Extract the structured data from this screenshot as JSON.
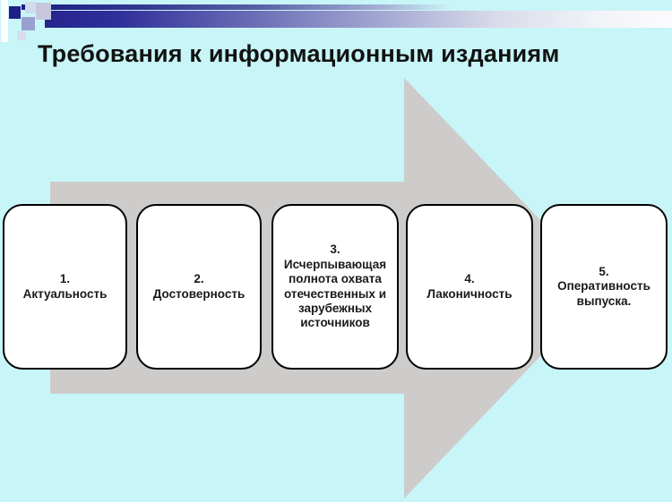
{
  "slide": {
    "title": "Требования к информационным изданиям"
  },
  "boxes": [
    {
      "label": "1.\nАктуальность"
    },
    {
      "label": "2.\nДостоверность"
    },
    {
      "label": "3.\nИсчерпывающая\nполнота охвата\nотечественных и\nзарубежных\nисточников"
    },
    {
      "label": "4.\nЛаконичность"
    },
    {
      "label": "5.\nОперативность\nвыпуска."
    }
  ],
  "colors": {
    "background": "#c8f5f8",
    "header_bar_navy": "#25258c",
    "arrow_gray": "#cdcccb",
    "box_fill": "#ffffff",
    "box_border": "#000000",
    "title_text": "#121212"
  }
}
